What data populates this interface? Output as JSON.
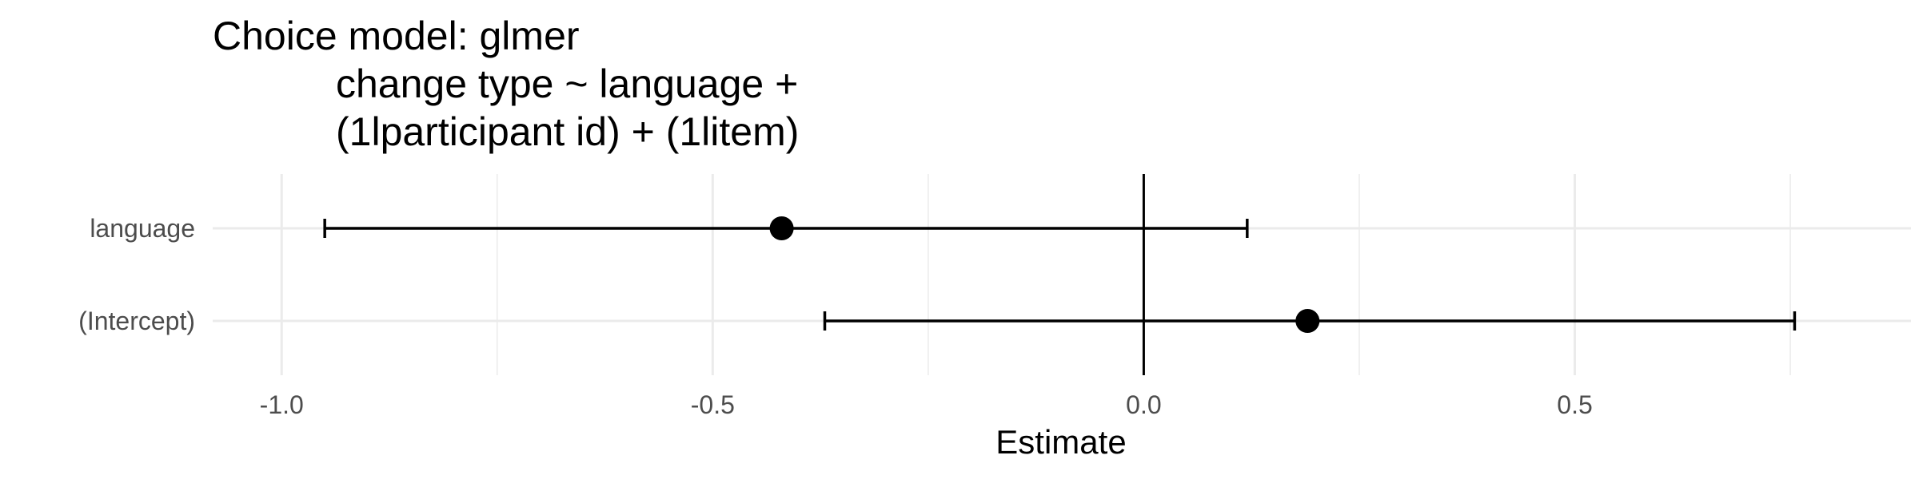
{
  "chart_data": {
    "type": "forest",
    "title_lines": [
      "Choice model: glmer",
      "change type ~ language +",
      "(1lparticipant id) + (1litem)"
    ],
    "xlabel": "Estimate",
    "ylabel": "",
    "xlim": [
      -1.08,
      0.89
    ],
    "x_ticks": [
      -1.0,
      -0.5,
      0.0,
      0.5
    ],
    "x_tick_labels": [
      "-1.0",
      "-0.5",
      "0.0",
      "0.5"
    ],
    "x_minor_ticks": [
      -0.75,
      -0.25,
      0.25,
      0.75
    ],
    "reference_line": 0.0,
    "grid": true,
    "categories": [
      "language",
      "(Intercept)"
    ],
    "estimates": [
      {
        "term": "language",
        "estimate": -0.42,
        "conf_low": -0.95,
        "conf_high": 0.12
      },
      {
        "term": "(Intercept)",
        "estimate": 0.19,
        "conf_low": -0.37,
        "conf_high": 0.755
      }
    ],
    "colors": {
      "point": "#000000",
      "errorbar": "#000000",
      "grid": "#ebebeb",
      "tick_text": "#4d4d4d"
    }
  }
}
